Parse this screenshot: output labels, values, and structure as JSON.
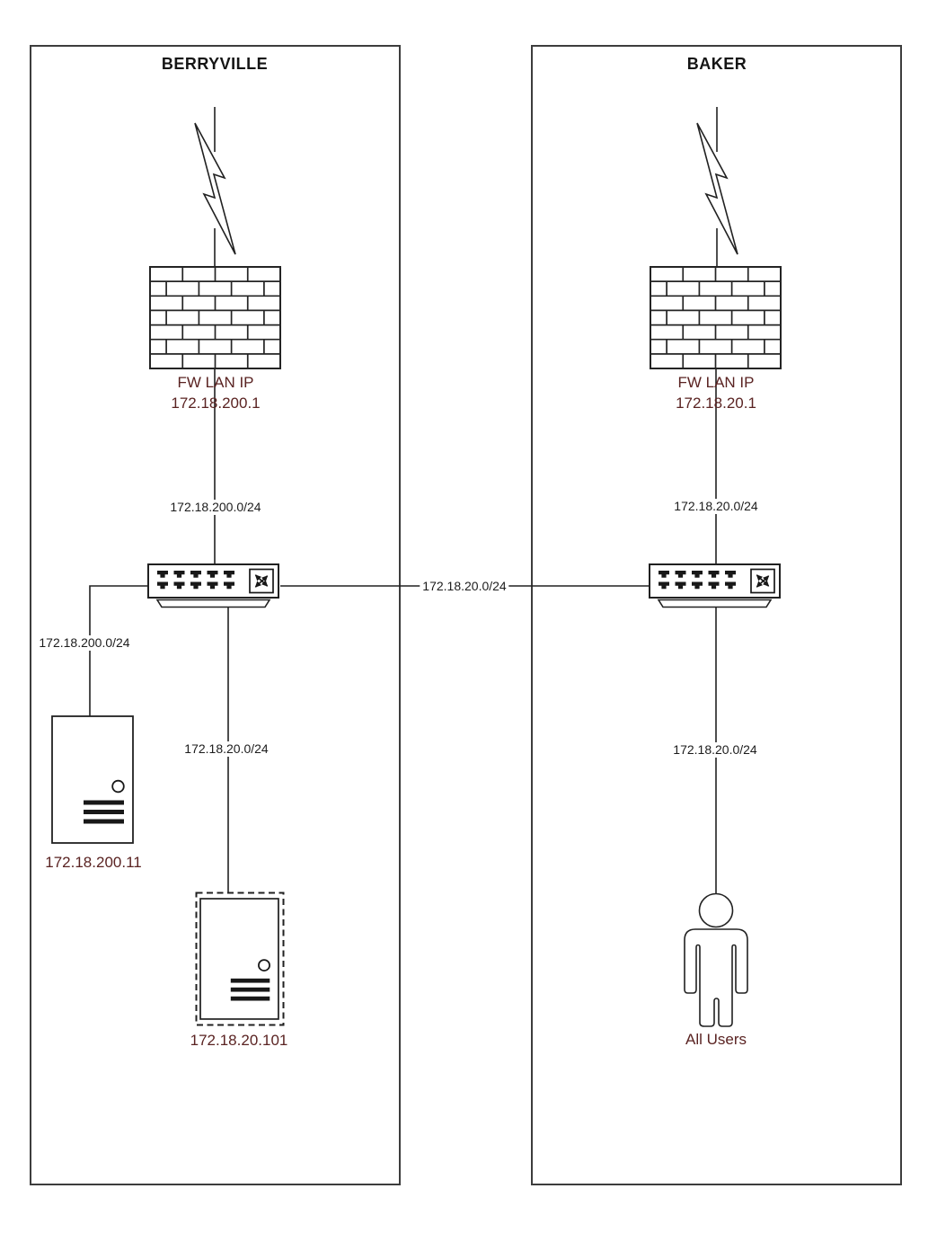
{
  "colors": {
    "label_accent": "#5a2322",
    "text": "#1c1c1c",
    "line": "#212121",
    "box_border": "#3d3d3d",
    "background": "#ffffff"
  },
  "sites": [
    {
      "title": "BERRYVILLE",
      "firewall": {
        "label": "FW LAN IP",
        "ip": "172.18.200.1"
      },
      "links": {
        "fw_to_switch": "172.18.200.0/24",
        "switch_to_server": "172.18.200.0/24",
        "switch_to_dmz": "172.18.20.0/24"
      },
      "nodes": {
        "server_ip": "172.18.200.11",
        "dmz_server_ip": "172.18.20.101"
      }
    },
    {
      "title": "BAKER",
      "firewall": {
        "label": "FW LAN IP",
        "ip": "172.18.20.1"
      },
      "links": {
        "fw_to_switch": "172.18.20.0/24",
        "switch_to_users": "172.18.20.0/24"
      },
      "nodes": {
        "users_label": "All Users"
      }
    }
  ],
  "interconnect": {
    "label": "172.18.20.0/24"
  },
  "icons": {
    "internet_link": "lightning-bolt",
    "firewall": "brick-wall",
    "switch": "ethernet-switch-with-crossed-arrows",
    "server": "server-tower",
    "dmz_server": "server-tower-dashed-outline",
    "users": "person-silhouette"
  }
}
